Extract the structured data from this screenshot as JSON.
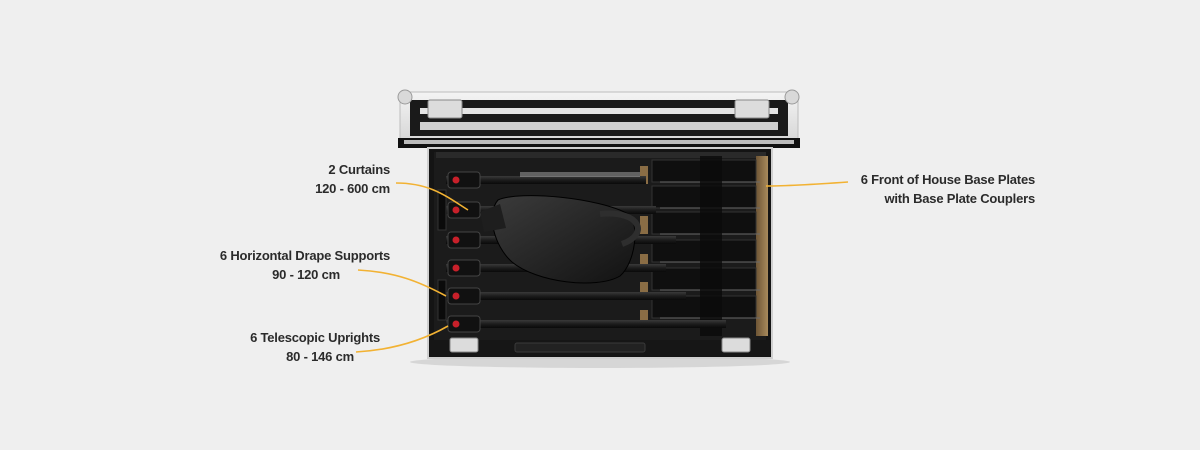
{
  "callouts": {
    "curtains": {
      "line1": "2 Curtains",
      "line2": "120 - 600 cm"
    },
    "drape_supports": {
      "line1": "6 Horizontal Drape Supports",
      "line2": "90 - 120 cm"
    },
    "uprights": {
      "line1": "6 Telescopic Uprights",
      "line2": "80 - 146 cm"
    },
    "base_plates": {
      "line1": "6 Front of House Base Plates",
      "line2": "with Base Plate Couplers"
    }
  },
  "colors": {
    "background": "#efefef",
    "leader_line": "#f2b233",
    "case_shell": "#141414",
    "case_trim": "#c9c9c9",
    "label_text": "#2b2b2b",
    "clip_red": "#c8202a",
    "foam_block": "#8a6d45"
  }
}
